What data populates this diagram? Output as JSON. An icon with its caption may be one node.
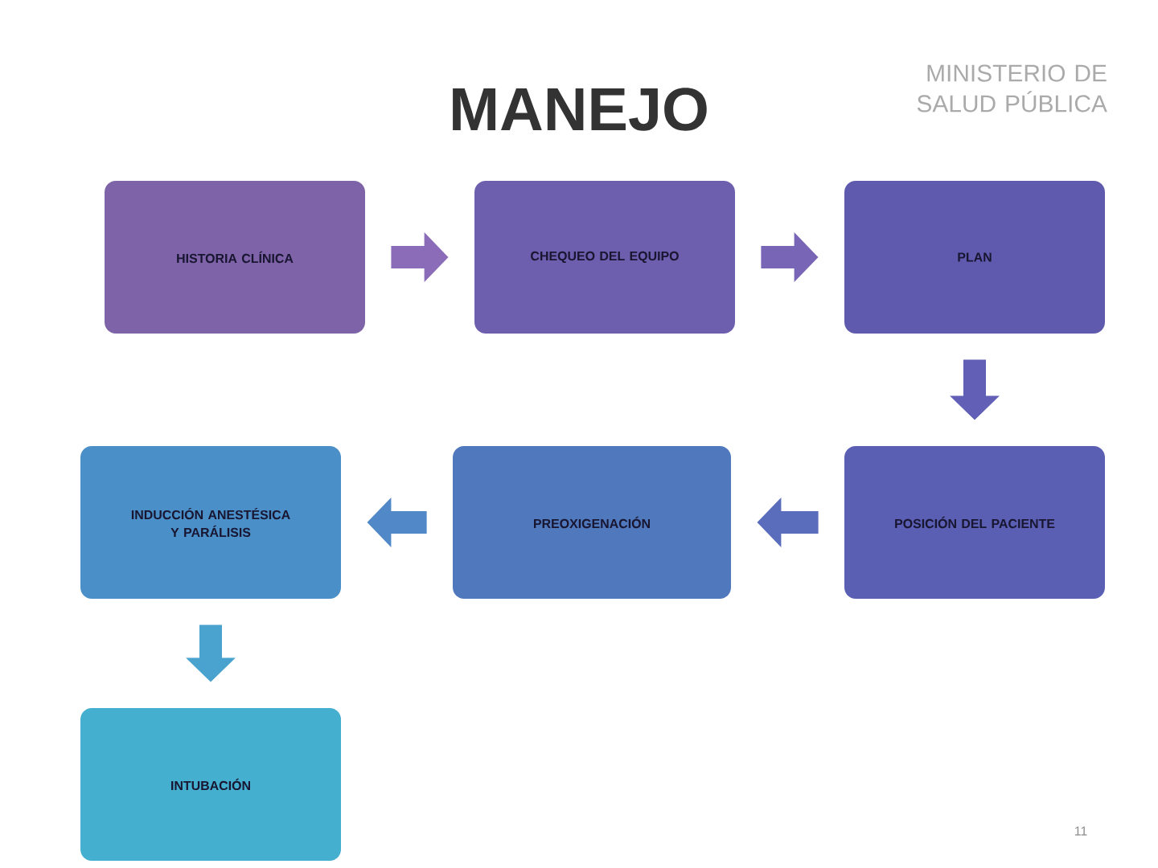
{
  "diagram": {
    "title": "MANEJO",
    "nodes": [
      {
        "text": [
          "HISTORIA CLÍNICA"
        ]
      },
      {
        "text": [
          "CHEQUEO DEL EQUIPO"
        ]
      },
      {
        "text": [
          "PLAN"
        ]
      },
      {
        "text": [
          "POSICIÓN DEL PACIENTE"
        ]
      },
      {
        "text": [
          "PREOXIGENACIÓN"
        ]
      },
      {
        "text": [
          "INDUCCIÓN ANESTÉSICA Y PARÁLISIS"
        ]
      },
      {
        "text": [
          "INTUBACIÓN"
        ]
      }
    ],
    "edges": [
      {
        "from": 0,
        "to": 1,
        "arrow": "to",
        "color": "#8a6cb8"
      },
      {
        "from": 1,
        "to": 2,
        "arrow": "to",
        "color": "#7865b6"
      },
      {
        "from": 2,
        "to": 3,
        "arrow": "to",
        "color": "#6160b6"
      },
      {
        "from": 3,
        "to": 4,
        "arrow": "to",
        "color": "#5a6dbc"
      },
      {
        "from": 4,
        "to": 5,
        "arrow": "to",
        "color": "#5088c8"
      },
      {
        "from": 5,
        "to": 6,
        "arrow": "to",
        "color": "#4aa2cf"
      }
    ],
    "labels": [
      "MINISTERIO DE SALUD PÚBLICA",
      "11"
    ]
  }
}
